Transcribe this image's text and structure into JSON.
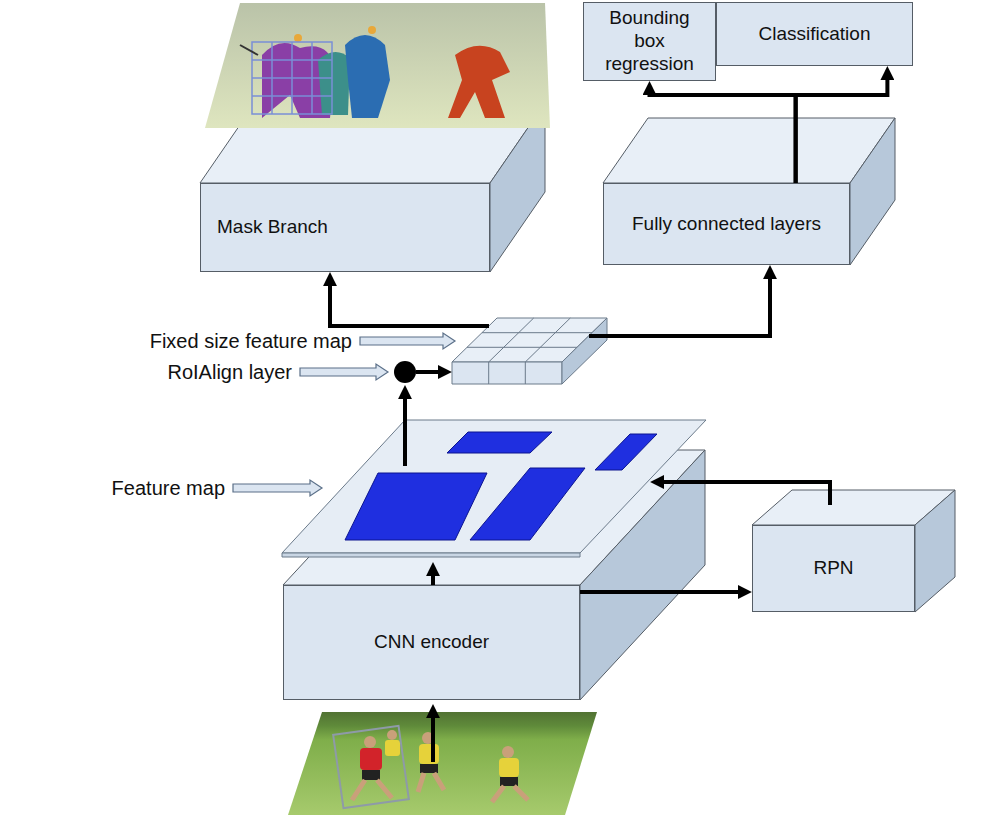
{
  "diagram": {
    "nodes": [
      {
        "text": [
          "Bounding box regression"
        ]
      },
      {
        "text": [
          "Classification"
        ]
      },
      {
        "text": [
          "Mask Branch"
        ]
      },
      {
        "text": [
          "Fully connected layers"
        ]
      },
      {
        "text": [
          "RPN"
        ]
      },
      {
        "text": [
          "CNN encoder"
        ]
      }
    ],
    "edges": [
      {
        "from": 3,
        "to": 0,
        "arrow": "to"
      },
      {
        "from": 3,
        "to": 1,
        "arrow": "to"
      },
      {
        "from": 5,
        "to": 4,
        "arrow": "to"
      }
    ],
    "labels": [
      "Fixed size feature map",
      "RoIAlign layer",
      "Feature map"
    ]
  }
}
